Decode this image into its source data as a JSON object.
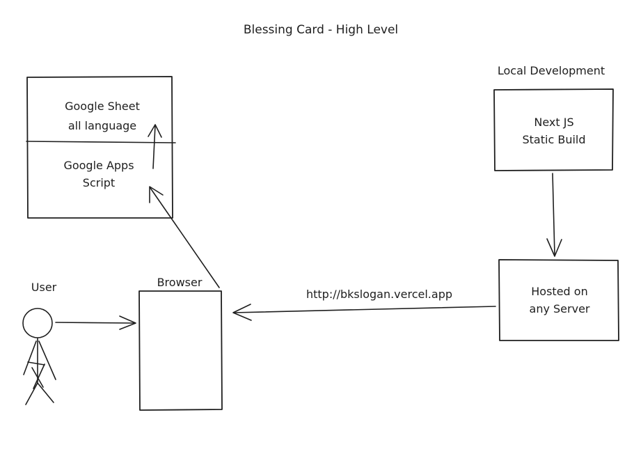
{
  "title": "Blessing Card - High Level",
  "sections": {
    "local_dev_label": "Local Development"
  },
  "nodes": {
    "google_sheet": {
      "line1": "Google Sheet",
      "line2": "all language"
    },
    "apps_script": {
      "line1": "Google Apps",
      "line2": "Script"
    },
    "nextjs": {
      "line1": "Next JS",
      "line2": "Static Build"
    },
    "hosted": {
      "line1": "Hosted on",
      "line2": "any Server"
    },
    "browser": {
      "label": "Browser"
    },
    "user": {
      "label": "User"
    }
  },
  "edges": {
    "hosted_to_browser_label": "http://bkslogan.vercel.app"
  }
}
